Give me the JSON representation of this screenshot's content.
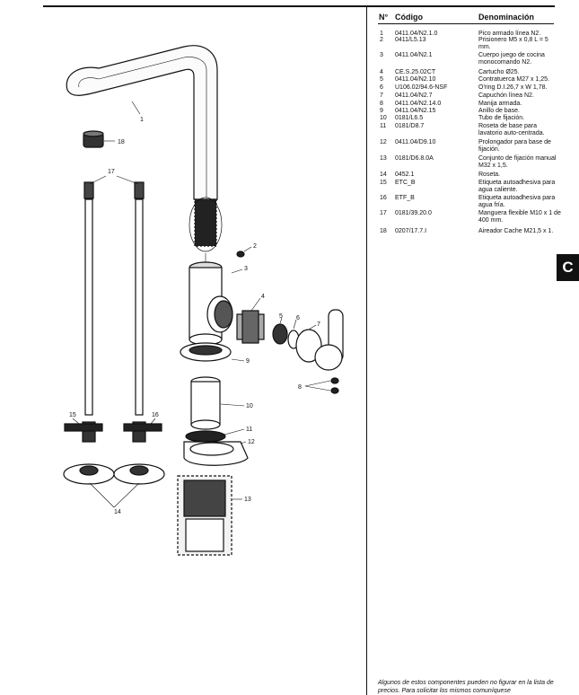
{
  "table": {
    "headers": {
      "num": "N°",
      "code": "Código",
      "name": "Denominación"
    },
    "rows": [
      {
        "n": "1",
        "code": "0411.04/N2.1.0",
        "name": "Pico armado línea N2."
      },
      {
        "n": "2",
        "code": "0411/L5.13",
        "name": "Prisionero M5 x 0,8 L = 5 mm."
      },
      {
        "n": "3",
        "code": "0411.04/N2.1",
        "name": "Cuerpo juego de cocina monocomando N2."
      },
      {
        "n": "4",
        "code": "CE.S.25.02CT",
        "name": "Cartucho Ø25."
      },
      {
        "n": "5",
        "code": "0411.04/N2.10",
        "name": "Contratuerca M27 x 1,25."
      },
      {
        "n": "6",
        "code": "U106.02/94.6-NSF",
        "name": "O'ring D.I.26,7 x W 1,78."
      },
      {
        "n": "7",
        "code": "0411.04/N2.7",
        "name": "Capuchón línea N2."
      },
      {
        "n": "8",
        "code": "0411.04/N2.14.0",
        "name": "Manija armada."
      },
      {
        "n": "9",
        "code": "0411.04/N2.15",
        "name": "Anillo de base."
      },
      {
        "n": "10",
        "code": "0181/L6.5",
        "name": "Tubo de fijación."
      },
      {
        "n": "11",
        "code": "0181/D8.7",
        "name": "Roseta de base para lavatorio auto-centrada."
      },
      {
        "n": "12",
        "code": "0411.04/D9.10",
        "name": "Prolongador para base de fijación."
      },
      {
        "n": "13",
        "code": "0181/D6.8.0A",
        "name": "Conjunto de fijación manual M32 x 1,5."
      },
      {
        "n": "14",
        "code": "0452.1",
        "name": "Roseta."
      },
      {
        "n": "15",
        "code": "ETC_B",
        "name": "Etiqueta autoadhesiva para agua caliente."
      },
      {
        "n": "16",
        "code": "ETF_B",
        "name": "Etiqueta autoadhesiva para agua fría."
      },
      {
        "n": "17",
        "code": "0181/39.20.0",
        "name": "Manguera flexible M10 x 1 de 400 mm."
      },
      {
        "n": "18",
        "code": "0207/17.7.I",
        "name": "Aireador Cache M21,5 x 1."
      }
    ]
  },
  "section_tab": "C",
  "footnote": "Algunos de estos componentes pueden no figurar en la lista de precios. Para solicitar los mismos comuníquese",
  "part_labels": [
    "1",
    "2",
    "3",
    "4",
    "5",
    "6",
    "7",
    "8",
    "9",
    "10",
    "11",
    "12",
    "13",
    "14",
    "15",
    "16",
    "17",
    "18"
  ]
}
